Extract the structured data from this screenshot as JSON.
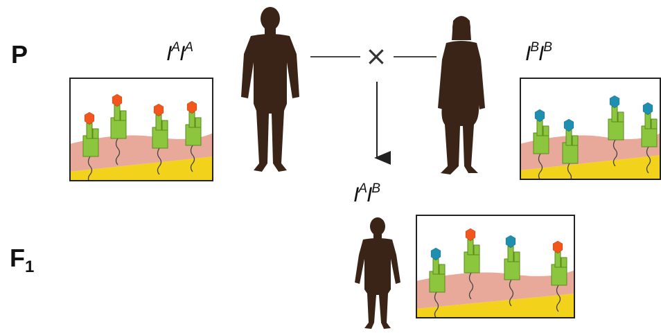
{
  "generations": {
    "parental": {
      "label": "P"
    },
    "filial": {
      "label": "F",
      "subscript": "1"
    }
  },
  "genotypes": {
    "father": {
      "base": "I",
      "allele1": "A",
      "allele2": "A"
    },
    "mother": {
      "base": "I",
      "allele1": "B",
      "allele2": "B"
    },
    "child": {
      "base": "I",
      "allele1": "A",
      "allele2": "B"
    }
  },
  "cross_symbol": "×",
  "colors": {
    "silhouette": "#3a2418",
    "antigen_A": "#f2561d",
    "antigen_B": "#1e8fb0",
    "glycoprotein": "#8cc63f",
    "cell_membrane": "#e9a99a",
    "cell_base": "#f2d21b"
  },
  "panels": {
    "father_cell": {
      "antigens": [
        "A",
        "A",
        "A",
        "A"
      ]
    },
    "mother_cell": {
      "antigens": [
        "B",
        "B",
        "B",
        "B"
      ]
    },
    "child_cell": {
      "antigens": [
        "B",
        "A",
        "B",
        "A"
      ]
    }
  }
}
